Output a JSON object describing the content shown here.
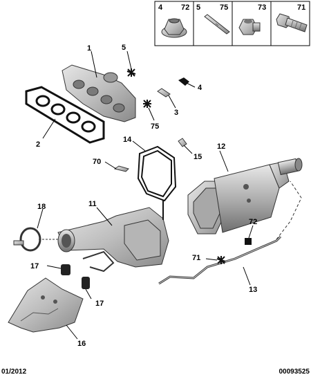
{
  "legend": [
    {
      "ref": "4",
      "extra": "72",
      "icon": "flange-nut-icon"
    },
    {
      "ref": "5",
      "extra": "75",
      "icon": "stud-icon"
    },
    {
      "ref": "73",
      "icon": "nut-icon"
    },
    {
      "ref": "71",
      "icon": "bolt-icon"
    }
  ],
  "callouts": {
    "c1": "1",
    "c2": "2",
    "c3": "3",
    "c4": "4",
    "c5": "5",
    "c75": "75",
    "c11": "11",
    "c12": "12",
    "c13": "13",
    "c14": "14",
    "c15": "15",
    "c16": "16",
    "c17a": "17",
    "c17b": "17",
    "c18": "18",
    "c70": "70",
    "c71": "71",
    "c72": "72"
  },
  "footer": {
    "date": "01/2012",
    "code": "00093525"
  },
  "colors": {
    "metal": "#c8c8c8",
    "metal_dark": "#8f8f8f",
    "black": "#111111",
    "line": "#333333"
  }
}
